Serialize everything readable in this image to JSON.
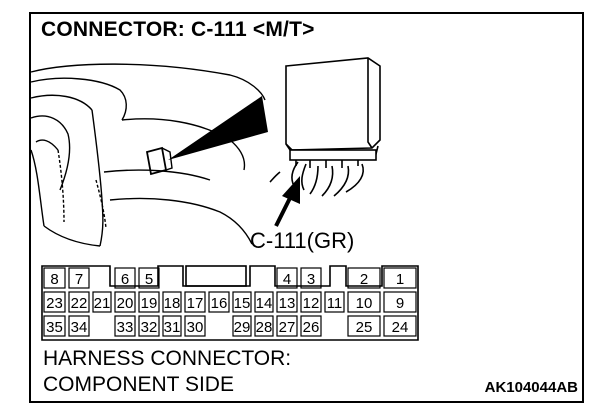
{
  "title": "CONNECTOR: C-111 <M/T>",
  "connector_callout": "C-111(GR)",
  "figure_code": "AK104044AB",
  "caption": {
    "line1": "HARNESS CONNECTOR:",
    "line2": "COMPONENT SIDE"
  },
  "pin_rows": [
    [
      "8",
      "7",
      "",
      "6",
      "5",
      "",
      "",
      "",
      "",
      "",
      "4",
      "3",
      "",
      "2",
      "1"
    ],
    [
      "23",
      "22",
      "21",
      "20",
      "19",
      "18",
      "17",
      "16",
      "15",
      "14",
      "13",
      "12",
      "11",
      "10",
      "9"
    ],
    [
      "35",
      "34",
      "",
      "33",
      "32",
      "31",
      "30",
      "",
      "29",
      "28",
      "27",
      "26",
      "",
      "25",
      "24"
    ]
  ],
  "colors": {
    "ink": "#000000",
    "background": "#ffffff"
  },
  "icons": [
    "dashboard-illustration",
    "ecu-module-illustration",
    "pointer-arrow-icon"
  ]
}
